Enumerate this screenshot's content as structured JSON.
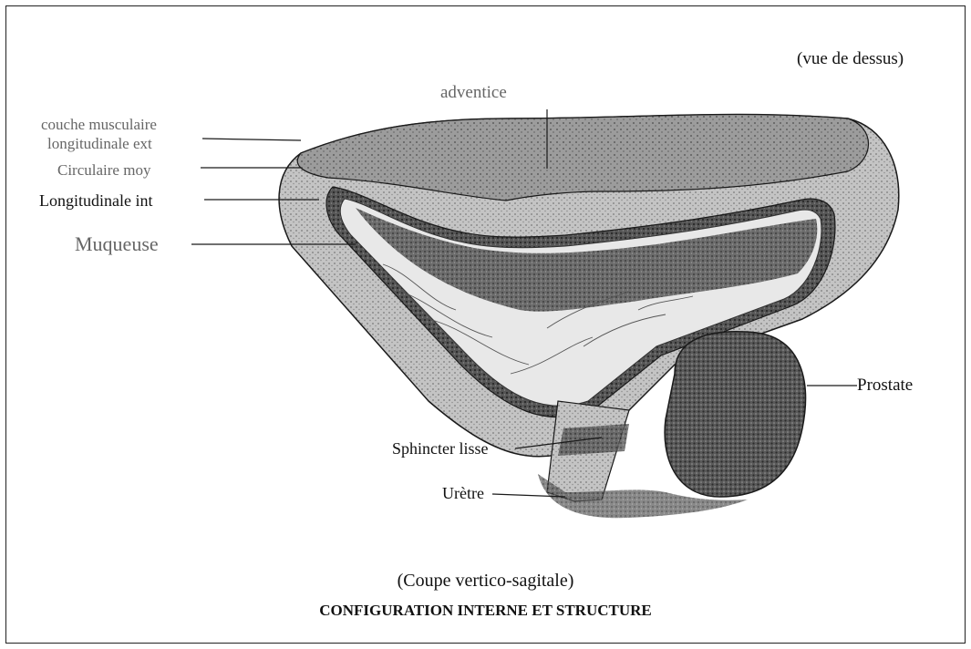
{
  "view_note": "(vue de dessus)",
  "labels": {
    "adventice": "adventice",
    "couche_musculaire_line1": "couche musculaire",
    "couche_musculaire_line2": "longitudinale ext",
    "circulaire": "Circulaire moy",
    "longitudinale_int": "Longitudinale int",
    "muqueuse": "Muqueuse",
    "prostate": "Prostate",
    "sphincter": "Sphincter lisse",
    "uretre": "Urètre"
  },
  "captions": {
    "subtitle": "(Coupe vertico-sagitale)",
    "title": "CONFIGURATION INTERNE ET STRUCTURE"
  },
  "colors": {
    "outer_wall": "#bdbdbd",
    "muscle_layer": "#8a8a8a",
    "lumen_dark": "#3b3b3b",
    "mucosa_light": "#e9e9e9",
    "prostate": "#4a4a4a",
    "line": "#1a1a1a"
  }
}
